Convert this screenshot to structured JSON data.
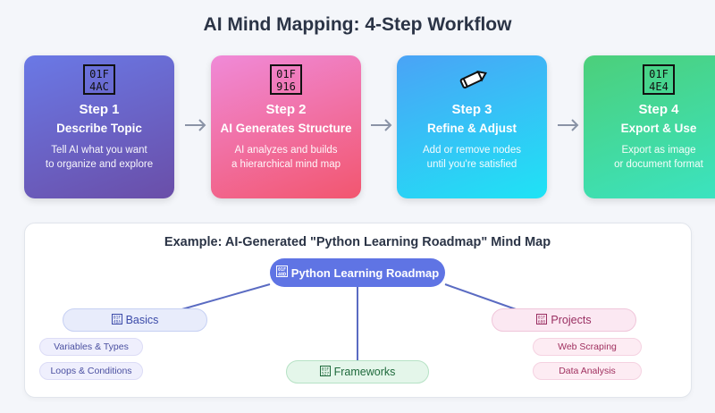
{
  "title": "AI Mind Mapping: 4-Step Workflow",
  "steps": [
    {
      "icon": "memo-icon",
      "icon_glyph": "01F4AC",
      "step": "Step 1",
      "name": "Describe Topic",
      "desc_line1": "Tell AI what you want",
      "desc_line2": "to organize and explore"
    },
    {
      "icon": "robot-icon",
      "icon_glyph": "01F916",
      "step": "Step 2",
      "name": "AI Generates Structure",
      "desc_line1": "AI analyzes and builds",
      "desc_line2": "a hierarchical mind map"
    },
    {
      "icon": "pencil-icon",
      "step": "Step 3",
      "name": "Refine & Adjust",
      "desc_line1": "Add or remove nodes",
      "desc_line2": "until you're satisfied"
    },
    {
      "icon": "outbox-icon",
      "icon_glyph": "01F4E4",
      "step": "Step 4",
      "name": "Export & Use",
      "desc_line1": "Export as image",
      "desc_line2": "or document format"
    }
  ],
  "example": {
    "title": "Example: AI-Generated \"Python Learning Roadmap\" Mind Map",
    "root": "Python Learning Roadmap",
    "branches": {
      "basics": {
        "label": "Basics",
        "children": [
          "Variables & Types",
          "Loops & Conditions"
        ]
      },
      "frameworks": {
        "label": "Frameworks"
      },
      "projects": {
        "label": "Projects",
        "children": [
          "Web Scraping",
          "Data Analysis"
        ]
      }
    }
  },
  "colors": {
    "step1": "#6a79e6",
    "step2": "#f2566f",
    "step3": "#4aa3f6",
    "step4": "#4ccf7a",
    "root": "#5f74e4",
    "connector": "#5a6bc2"
  }
}
